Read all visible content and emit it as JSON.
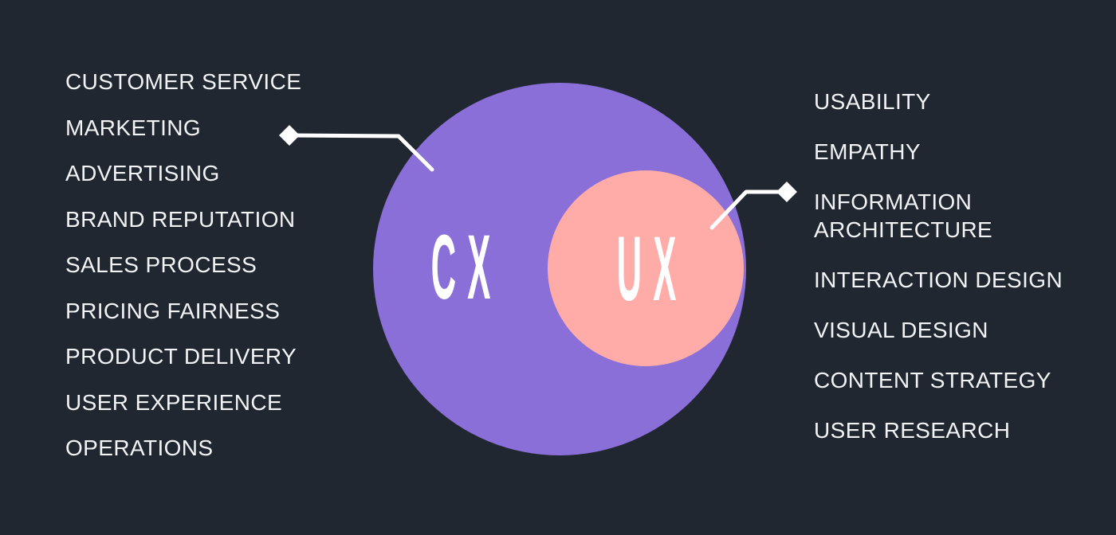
{
  "colors": {
    "background": "#212731",
    "cx": "#8A6FD9",
    "ux": "#FFABA7",
    "text": "#F1F3F5",
    "connector": "#FFFFFF"
  },
  "circles": {
    "cx": {
      "label": "CX"
    },
    "ux": {
      "label": "UX"
    }
  },
  "lists": {
    "left": [
      "CUSTOMER SERVICE",
      "MARKETING",
      "ADVERTISING",
      "BRAND REPUTATION",
      "SALES PROCESS",
      "PRICING FAIRNESS",
      "PRODUCT DELIVERY",
      "USER EXPERIENCE",
      "OPERATIONS"
    ],
    "right": [
      "USABILITY",
      "EMPATHY",
      "INFORMATION ARCHITECTURE",
      "INTERACTION DESIGN",
      "VISUAL DESIGN",
      "CONTENT STRATEGY",
      "USER RESEARCH"
    ]
  }
}
